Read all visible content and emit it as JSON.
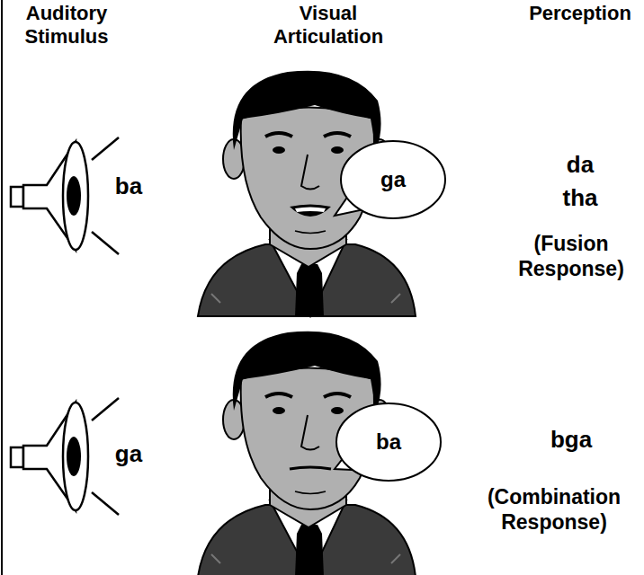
{
  "diagram": {
    "nodes": [
      {
        "text": [
          "ga"
        ]
      },
      {
        "text": [
          "ba"
        ]
      }
    ],
    "labels": [
      "Auditory Stimulus",
      "Visual Articulation",
      "Perception",
      "ba",
      "da",
      "tha",
      "(Fusion Response)",
      "ga",
      "bga",
      "(Combination Response)"
    ]
  }
}
